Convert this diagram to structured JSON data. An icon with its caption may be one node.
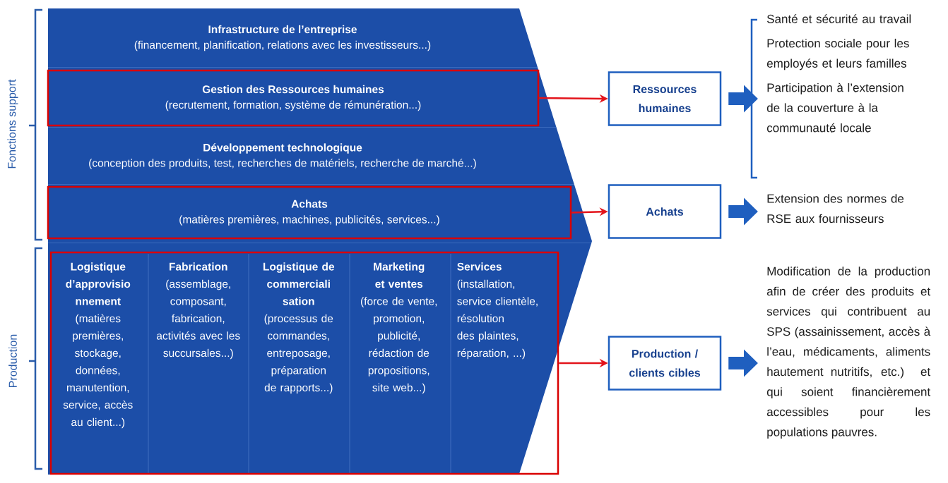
{
  "diagram": {
    "nodes": [
      {
        "text": [
          "Infrastructure de l’entreprise",
          "(financement, planification, relations avec les investisseurs...)"
        ]
      },
      {
        "text": [
          "Gestion des Ressources humaines",
          "(recrutement, formation, système de rémunération...)"
        ]
      },
      {
        "text": [
          "Développement technologique",
          "(conception des produits, test, recherches de matériels, recherche de marché...)"
        ]
      },
      {
        "text": [
          "Achats",
          "(matières premières, machines, publicités, services...)"
        ]
      },
      {
        "text": [],
        "shape": "box"
      },
      {
        "text": [
          "Logistique d’approvisio nnement",
          "(matières premières, stockage, données, manutention, service, accès au client...)"
        ],
        "in": 4
      },
      {
        "text": [
          "Fabrication",
          "(assemblage, composant, fabrication, activités avec les succursales...)"
        ],
        "in": 4
      },
      {
        "text": [
          "Logistique de commerciali sation",
          "(processus de commandes, entreposage, préparation de rapports...)"
        ],
        "in": 4
      },
      {
        "text": [
          "Marketing et ventes",
          "(force de vente, promotion, publicité, rédaction de propositions, site web...)"
        ],
        "in": 4
      },
      {
        "text": [
          "Services",
          "(installation, service clientèle, résolution des plaintes, réparation, ...)"
        ],
        "in": 4
      },
      {
        "text": [
          "Ressources humaines"
        ]
      },
      {
        "text": [
          "Achats"
        ]
      },
      {
        "text": [
          "Production / clients cibles"
        ]
      },
      {
        "text": [
          "Santé et sécurité au travail",
          "Protection sociale pour les employés et leurs familles",
          "Participation à l’extension de la couverture à la communauté locale"
        ]
      },
      {
        "text": [
          "Extension des normes de RSE aux fournisseurs"
        ]
      },
      {
        "text": [
          "Modification de la production afin de créer des produits et services qui contribuent au SPS (assainissement, accès à l’eau, médicaments, aliments hautement nutritifs, etc.) et qui soient financièrement accessibles pour les populations pauvres."
        ]
      }
    ],
    "edges": [
      {
        "from": 1,
        "to": 10,
        "arrow": "to",
        "color": "#e3141b"
      },
      {
        "from": 3,
        "to": 11,
        "arrow": "to",
        "color": "#e3141b"
      },
      {
        "from": 4,
        "to": 12,
        "arrow": "to",
        "color": "#e3141b"
      },
      {
        "from": 10,
        "to": 13,
        "arrow": "to",
        "style": "thick",
        "color": "#1f5fbf"
      },
      {
        "from": 11,
        "to": 14,
        "arrow": "to",
        "style": "thick",
        "color": "#1f5fbf"
      },
      {
        "from": 12,
        "to": 15,
        "arrow": "to",
        "style": "thick",
        "color": "#1f5fbf"
      }
    ],
    "labels": [
      "Fonctions support",
      "Production"
    ]
  }
}
